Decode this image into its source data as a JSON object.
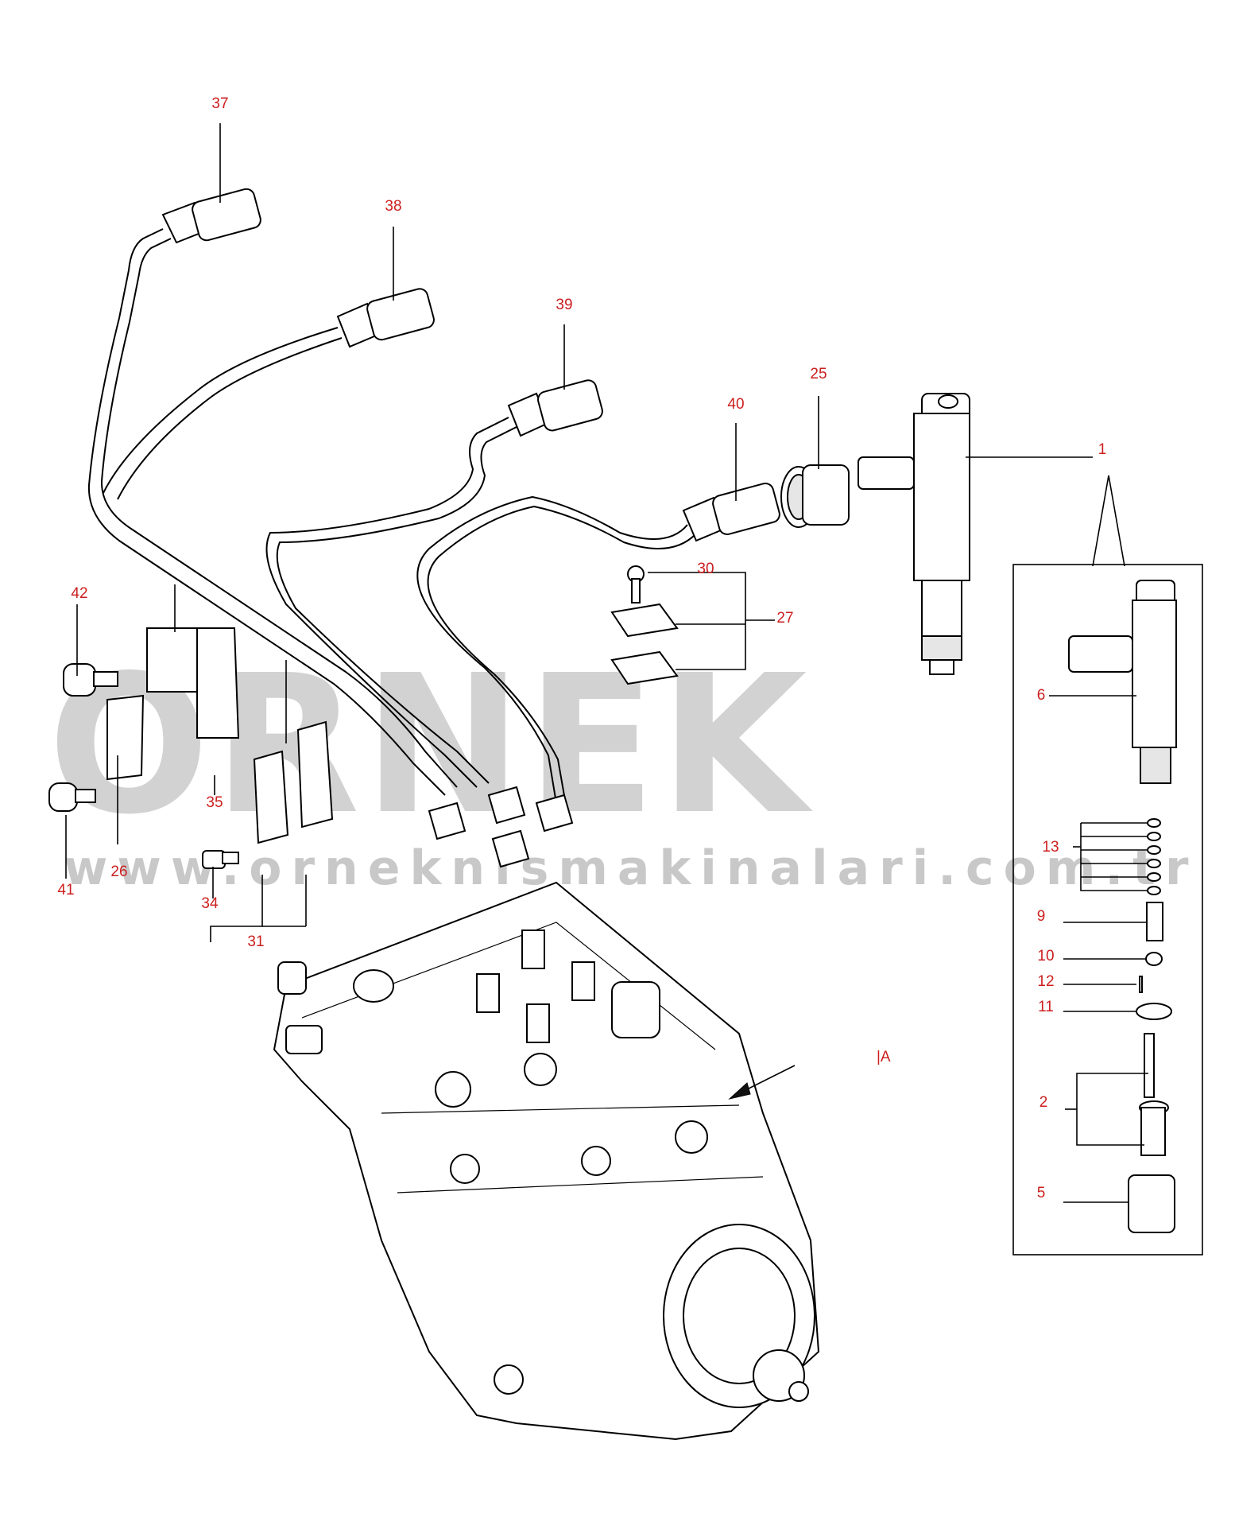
{
  "watermark": {
    "brand": "ORNEK",
    "url": "www.orneknismakinalari.com.tr"
  },
  "callouts": {
    "c37": "37",
    "c38": "38",
    "c39": "39",
    "c40": "40",
    "c25": "25",
    "c1": "1",
    "c30": "30",
    "c27": "27",
    "c42": "42",
    "c35": "35",
    "c26": "26",
    "c41": "41",
    "c34": "34",
    "c31": "31",
    "c6": "6",
    "c13": "13",
    "c9": "9",
    "c10": "10",
    "c12": "12",
    "c11": "11",
    "c2": "2",
    "c5": "5"
  },
  "view_marker": "|A",
  "colors": {
    "callout": "#cc1f1f",
    "line": "#000000",
    "watermark": "#d2d2d2"
  }
}
